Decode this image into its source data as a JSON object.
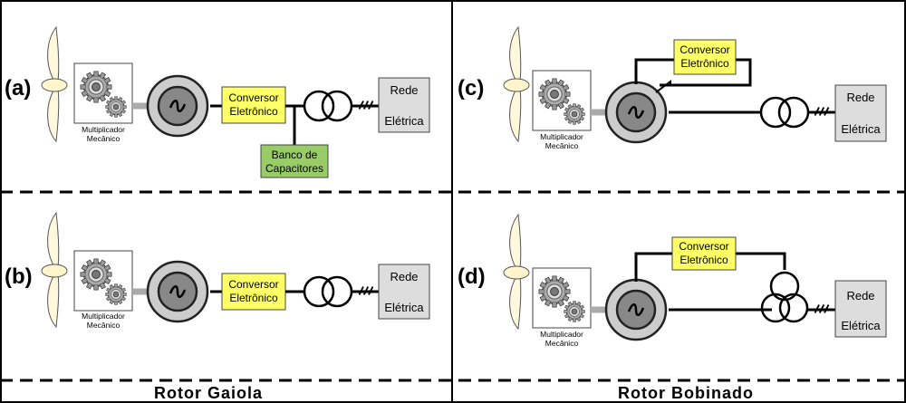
{
  "colors": {
    "conversor_fill": "#ffff66",
    "capacitor_fill": "#99cc66",
    "rede_fill": "#dddddd",
    "box_fill": "#ffffff",
    "blade_fill": "#fff8dc",
    "generator_outer": "#cccccc",
    "generator_inner": "#888888",
    "shaft": "#aaaaaa"
  },
  "icons": [
    "wind-turbine-icon",
    "gearbox-icon",
    "generator-icon",
    "transformer-icon",
    "three-phase-icon"
  ],
  "panels": {
    "a": {
      "tag": "(a)",
      "gearbox_line1": "Multiplicador",
      "gearbox_line2": "Mecânico",
      "conv_line1": "Conversor",
      "conv_line2": "Eletrônico",
      "rede_line1": "Rede",
      "rede_line2": "Elétrica",
      "cap_line1": "Banco de",
      "cap_line2": "Capacitores"
    },
    "b": {
      "tag": "(b)",
      "gearbox_line1": "Multiplicador",
      "gearbox_line2": "Mecânico",
      "conv_line1": "Conversor",
      "conv_line2": "Eletrônico",
      "rede_line1": "Rede",
      "rede_line2": "Elétrica"
    },
    "c": {
      "tag": "(c)",
      "gearbox_line1": "Multiplicador",
      "gearbox_line2": "Mecânico",
      "conv_line1": "Conversor",
      "conv_line2": "Eletrônico",
      "rede_line1": "Rede",
      "rede_line2": "Elétrica"
    },
    "d": {
      "tag": "(d)",
      "gearbox_line1": "Multiplicador",
      "gearbox_line2": "Mecânico",
      "conv_line1": "Conversor",
      "conv_line2": "Eletrônico",
      "rede_line1": "Rede",
      "rede_line2": "Elétrica"
    }
  },
  "footer": {
    "left": "Rotor Gaiola",
    "right": "Rotor Bobinado"
  }
}
